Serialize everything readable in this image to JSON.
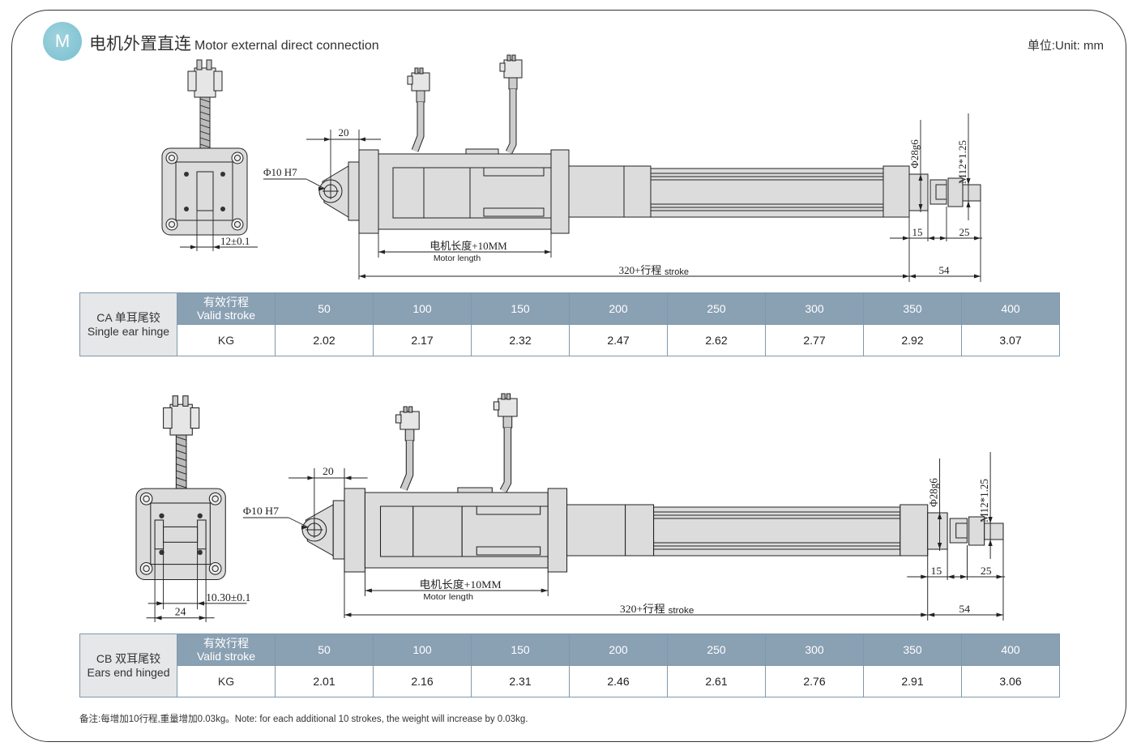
{
  "header": {
    "badge": "M",
    "title_cn": "电机外置直连",
    "title_en": "Motor external direct connection",
    "unit": "单位:Unit: mm"
  },
  "sections": [
    {
      "code_label": "CA 单耳尾铰",
      "label_en": "Single ear hinge",
      "stroke_label_cn": "有效行程",
      "stroke_label_en": "Valid stroke",
      "kg_label": "KG",
      "strokes": [
        "50",
        "100",
        "150",
        "200",
        "250",
        "300",
        "350",
        "400"
      ],
      "weights": [
        "2.02",
        "2.17",
        "2.32",
        "2.47",
        "2.62",
        "2.77",
        "2.92",
        "3.07"
      ],
      "drawing": {
        "dim_20": "20",
        "bore": "Φ10 H7",
        "motor_len_cn": "电机长度+10MM",
        "motor_len_en": "Motor length",
        "stroke_cn": "320+行程",
        "stroke_en": "stroke",
        "rod_dia": "Φ28g6",
        "thread": "M12*1.25",
        "d15": "15",
        "d25": "25",
        "d54": "54",
        "end_dims": [
          "12±0.1"
        ]
      }
    },
    {
      "code_label": "CB 双耳尾铰",
      "label_en": "Ears end hinged",
      "stroke_label_cn": "有效行程",
      "stroke_label_en": "Valid stroke",
      "kg_label": "KG",
      "strokes": [
        "50",
        "100",
        "150",
        "200",
        "250",
        "300",
        "350",
        "400"
      ],
      "weights": [
        "2.01",
        "2.16",
        "2.31",
        "2.46",
        "2.61",
        "2.76",
        "2.91",
        "3.06"
      ],
      "drawing": {
        "dim_20": "20",
        "bore": "Φ10 H7",
        "motor_len_cn": "电机长度+10MM",
        "motor_len_en": "Motor length",
        "stroke_cn": "320+行程",
        "stroke_en": "stroke",
        "rod_dia": "Φ28g6",
        "thread": "M12*1.25",
        "d15": "15",
        "d25": "25",
        "d54": "54",
        "end_dims": [
          "10.30±0.1",
          "24"
        ]
      }
    }
  ],
  "note": "备注:每增加10行程,重量增加0.03kg。Note: for each additional 10 strokes, the weight will increase by 0.03kg.",
  "colors": {
    "table_header": "#8aa0b3",
    "table_side": "#e5e7e9",
    "badge": "#86c6d4",
    "part_fill": "#dcdcdc"
  }
}
